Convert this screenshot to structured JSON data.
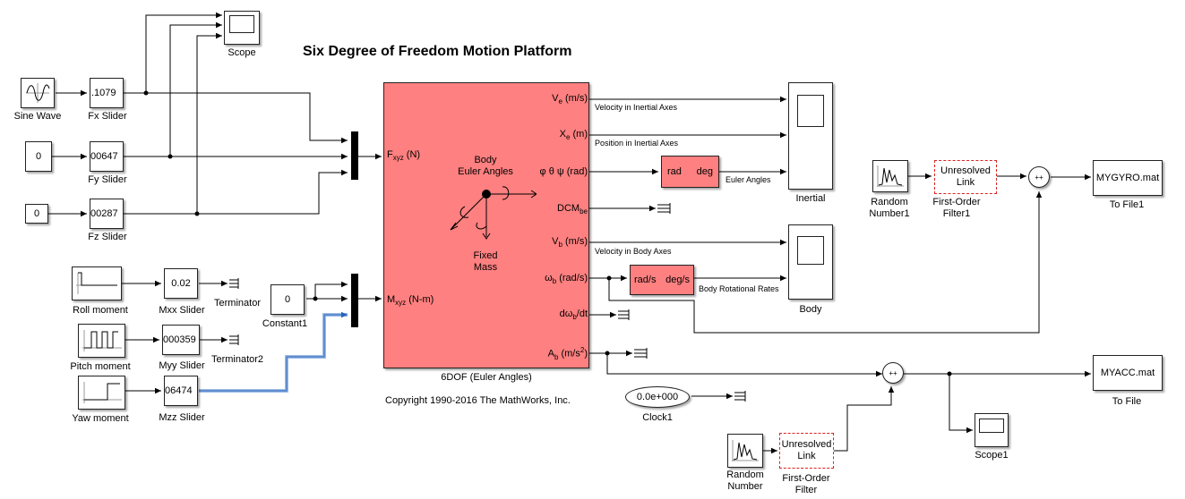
{
  "title": "Six Degree of Freedom Motion Platform",
  "copyright": "Copyright 1990-2016 The MathWorks, Inc.",
  "colors": {
    "dof_block": "#ff8080",
    "conversion_block": "#ff8080",
    "unresolved_border": "#dd2222",
    "highlight_wire": "#2a62b8"
  },
  "sources": {
    "sine_wave": "Sine Wave",
    "const_fy": {
      "value": "0"
    },
    "const_fz": {
      "value": "0"
    },
    "roll_moment": "Roll moment",
    "pitch_moment": "Pitch moment",
    "yaw_moment": "Yaw moment",
    "constant1": {
      "value": "0",
      "label": "Constant1"
    }
  },
  "sliders": {
    "fx": {
      "value": ".1079",
      "label": "Fx Slider"
    },
    "fy": {
      "value": "00647",
      "label": "Fy Slider"
    },
    "fz": {
      "value": "00287",
      "label": "Fz Slider"
    },
    "mxx": {
      "value": "0.02",
      "label": "Mxx Slider"
    },
    "myy": {
      "value": "000359",
      "label": "Myy Slider"
    },
    "mzz": {
      "value": "06474",
      "label": "Mzz Slider"
    }
  },
  "terminators": {
    "t1": "Terminator",
    "t2": "Terminator2"
  },
  "scopes": {
    "scope": "Scope",
    "inertial": "Inertial",
    "body": "Body",
    "scope1": "Scope1"
  },
  "dof": {
    "label": "6DOF (Euler Angles)",
    "center_top": "Body\nEuler Angles",
    "center_bottom": "Fixed\nMass",
    "in_ports": {
      "fxyz": "F",
      "fxyz_sub": "xyz",
      "fxyz_unit": " (N)",
      "mxyz": "M",
      "mxyz_sub": "xyz",
      "mxyz_unit": " (N-m)"
    },
    "out_ports": {
      "ve": {
        "main": "V",
        "sub": "e",
        "unit": " (m/s)"
      },
      "xe": {
        "main": "X",
        "sub": "e",
        "unit": " (m)"
      },
      "euler": {
        "main": "φ θ ψ (rad)"
      },
      "dcm": {
        "main": "DCM",
        "sub": "be"
      },
      "vb": {
        "main": "V",
        "sub": "b",
        "unit": " (m/s)"
      },
      "wb": {
        "main": "ω",
        "sub": "b",
        "unit": " (rad/s)"
      },
      "dwb": {
        "main": "dω",
        "sub": "b",
        "unit": "/dt"
      },
      "ab": {
        "main": "A",
        "sub": "b",
        "unit": " (m/s",
        "sup": "2",
        "unit_end": ")"
      }
    }
  },
  "signals": {
    "vel_inertial": "Velocity in Inertial Axes",
    "pos_inertial": "Position in Inertial Axes",
    "euler_angles": "Euler Angles",
    "vel_body": "Velocity in Body Axes",
    "body_rates": "Body Rotational Rates"
  },
  "converters": {
    "rad2deg": {
      "in": "rad",
      "out": "deg"
    },
    "rads2degs": {
      "in": "rad/s",
      "out": "deg/s"
    }
  },
  "random_numbers": {
    "rn1": "Random\nNumber1",
    "rn": "Random\nNumber"
  },
  "filters": {
    "f1": {
      "line1": "Unresolved",
      "line2": "Link",
      "label": "First-Order\nFilter1"
    },
    "f": {
      "line1": "Unresolved",
      "line2": "Link",
      "label": "First-Order\nFilter"
    }
  },
  "sums": {
    "s1": "++",
    "s2": "++"
  },
  "to_files": {
    "gyro": {
      "file": "MYGYRO.mat",
      "label": "To File1"
    },
    "acc": {
      "file": "MYACC.mat",
      "label": "To File"
    }
  },
  "clock": {
    "value": "0.0e+000",
    "label": "Clock1"
  }
}
